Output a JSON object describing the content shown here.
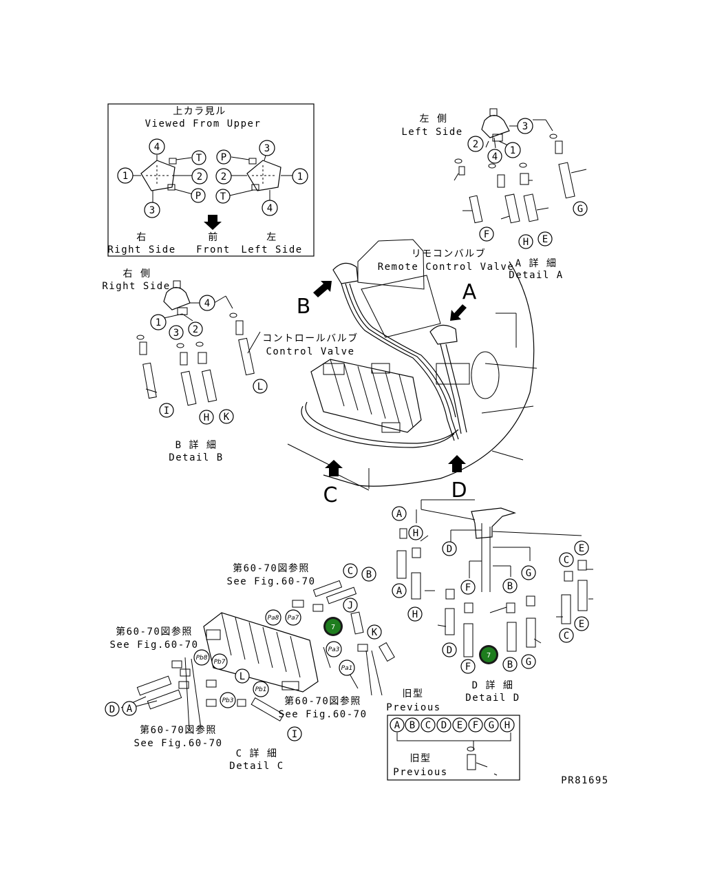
{
  "inset": {
    "title_jp": "上カラ見ル",
    "title_en": "Viewed From Upper",
    "right_jp": "右",
    "right_en": "Right Side",
    "front_jp": "前",
    "front_en": "Front",
    "left_jp": "左",
    "left_en": "Left Side",
    "left_valve_ports": [
      "4",
      "T",
      "1",
      "2",
      "3",
      "P"
    ],
    "right_valve_ports": [
      "3",
      "P",
      "2",
      "1",
      "T",
      "4"
    ]
  },
  "detail_a": {
    "side_jp": "左 側",
    "side_en": "Left Side",
    "title_jp": "A 詳 細",
    "title_en": "Detail A",
    "port_callouts": [
      "3",
      "2",
      "1",
      "4"
    ],
    "hose_callouts": [
      "F",
      "H",
      "E",
      "G"
    ]
  },
  "detail_b": {
    "side_jp": "右 側",
    "side_en": "Right Side",
    "title_jp": "B 詳 細",
    "title_en": "Detail B",
    "port_callouts": [
      "4",
      "1",
      "3",
      "2"
    ],
    "hose_callouts": [
      "I",
      "H",
      "K",
      "L"
    ]
  },
  "main_view": {
    "remote_valve_jp": "リモコンバルブ",
    "remote_valve_en": "Remote Control Valve",
    "control_valve_jp": "コントロールバルブ",
    "control_valve_en": "Control Valve",
    "view_letters": [
      "A",
      "B",
      "C",
      "D"
    ]
  },
  "detail_c": {
    "ref_jp": "第60-70図参照",
    "ref_en": "See Fig.60-70",
    "title_jp": "C 詳 細",
    "title_en": "Detail C",
    "callouts": [
      "C",
      "B",
      "J",
      "K",
      "L",
      "I",
      "D",
      "A"
    ],
    "port_labels": [
      "Pa8",
      "Pa7",
      "Pb8",
      "Pb7",
      "Pa3",
      "Pa1",
      "Pb1",
      "Pb3"
    ]
  },
  "detail_d": {
    "title_jp": "D 詳 細",
    "title_en": "Detail D",
    "callouts": [
      "A",
      "H",
      "A",
      "H",
      "D",
      "D",
      "F",
      "F",
      "B",
      "B",
      "G",
      "G",
      "C",
      "C",
      "E",
      "E"
    ]
  },
  "previous_box": {
    "label_jp": "旧型",
    "label_en": "Previous",
    "letters": [
      "A",
      "B",
      "C",
      "D",
      "E",
      "F",
      "G",
      "H"
    ],
    "inner_label_jp": "旧型",
    "inner_label_en": "Previous"
  },
  "badges": [
    {
      "value": "7"
    },
    {
      "value": "7"
    }
  ],
  "drawing_code": "PR81695"
}
